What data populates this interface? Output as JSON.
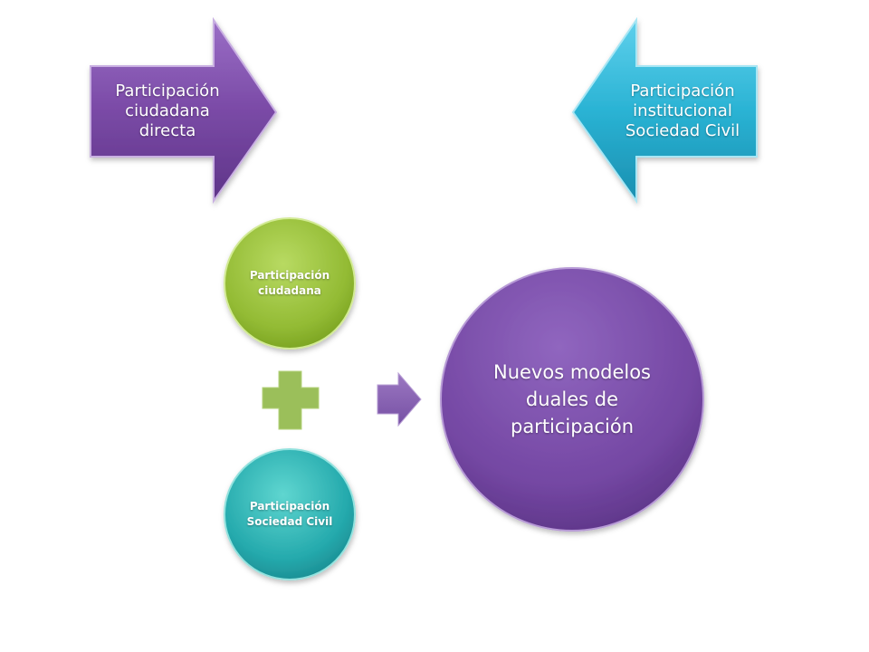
{
  "diagram": {
    "left_arrow": {
      "label": "Participación ciudadana directa",
      "color": "#7a4aa6"
    },
    "right_arrow": {
      "label": "Participación institucional Sociedad Civil",
      "color": "#2ab3d4"
    },
    "circle_top": {
      "label": "Participación ciudadana",
      "color": "#9ac03a"
    },
    "plus_sign": {
      "color": "#9bbf5a"
    },
    "circle_bottom": {
      "label": "Participación Sociedad Civil",
      "color": "#27aeb0"
    },
    "small_arrow": {
      "color": "#8a62b4"
    },
    "big_circle": {
      "label": "Nuevos modelos duales de participación",
      "color": "#7a4ca8"
    }
  }
}
